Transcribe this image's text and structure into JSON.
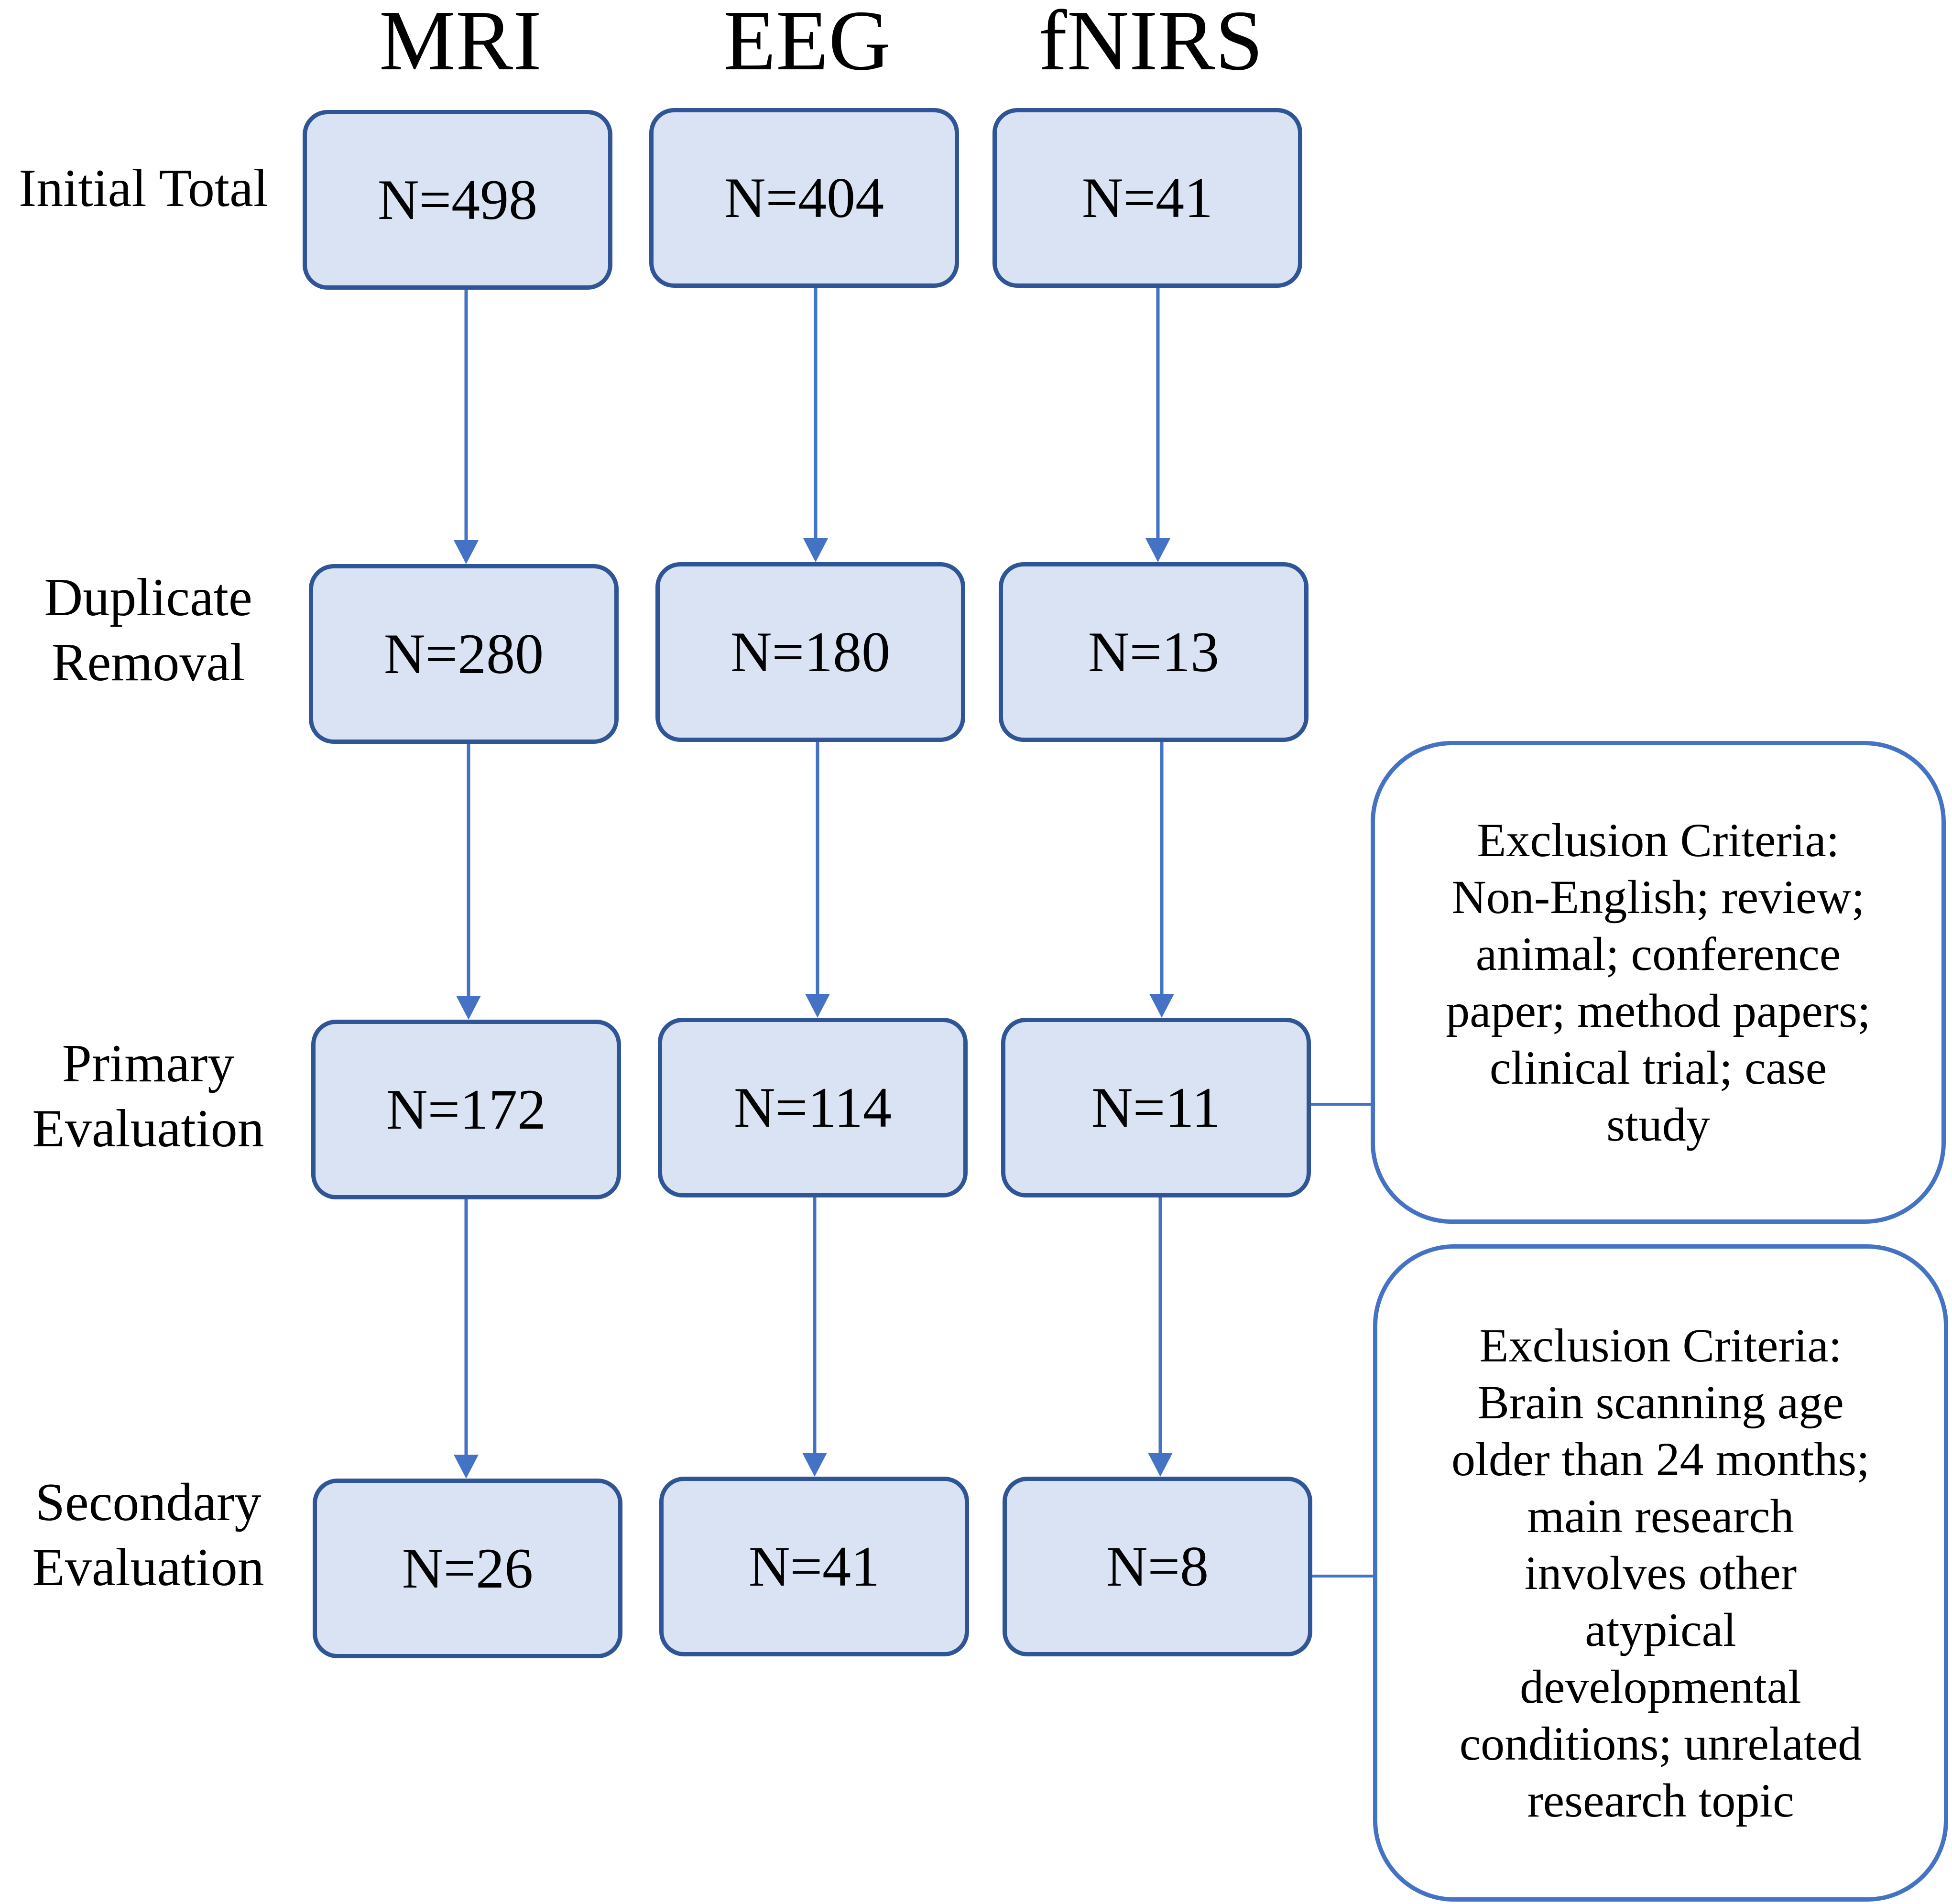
{
  "columns": [
    "MRI",
    "EEG",
    "fNIRS"
  ],
  "rows": [
    {
      "label_lines": [
        "Initial Total"
      ],
      "counts": [
        "N=498",
        "N=404",
        "N=41"
      ]
    },
    {
      "label_lines": [
        "Duplicate",
        "Removal"
      ],
      "counts": [
        "N=280",
        "N=180",
        "N=13"
      ]
    },
    {
      "label_lines": [
        "Primary",
        "Evaluation"
      ],
      "counts": [
        "N=172",
        "N=114",
        "N=11"
      ]
    },
    {
      "label_lines": [
        "Secondary",
        "Evaluation"
      ],
      "counts": [
        "N=26",
        "N=41",
        "N=8"
      ]
    }
  ],
  "exclusions": [
    {
      "lines": [
        "Exclusion Criteria:",
        "Non-English; review;",
        "animal; conference",
        "paper; method papers;",
        "clinical trial; case",
        "study"
      ]
    },
    {
      "lines": [
        "Exclusion Criteria:",
        "Brain scanning age",
        "older than 24 months;",
        "main research",
        "involves other",
        "atypical",
        "developmental",
        "conditions; unrelated",
        "research topic"
      ]
    }
  ],
  "colors": {
    "node_fill": "#dae3f3",
    "node_border": "#2f5597",
    "arrow": "#4472c4",
    "criteria_border": "#4472c4"
  }
}
